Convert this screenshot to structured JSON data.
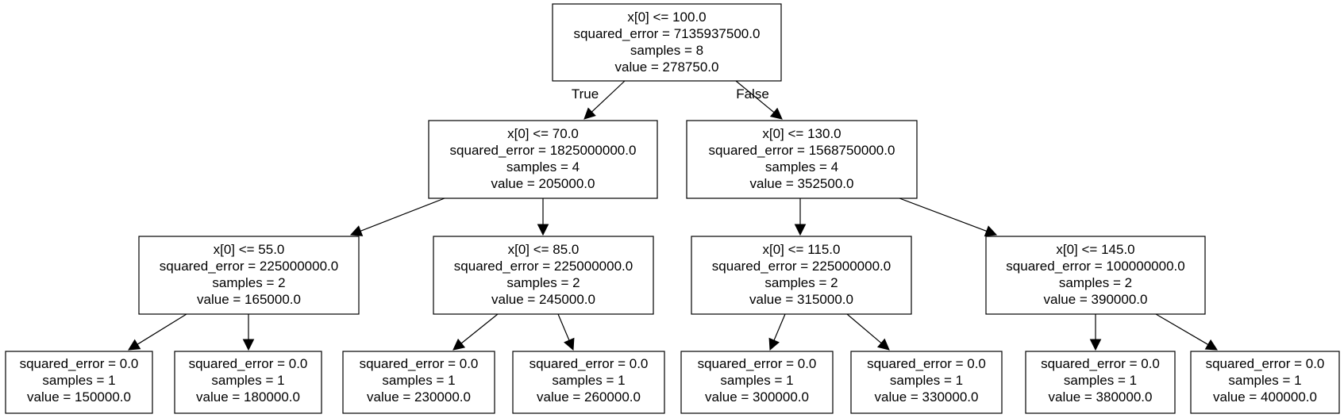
{
  "tree": {
    "nodes": [
      {
        "id": "n0",
        "lines": [
          "x[0] <= 100.0",
          "squared_error = 7135937500.0",
          "samples = 8",
          "value = 278750.0"
        ]
      },
      {
        "id": "n1",
        "lines": [
          "x[0] <= 70.0",
          "squared_error = 1825000000.0",
          "samples = 4",
          "value = 205000.0"
        ]
      },
      {
        "id": "n2",
        "lines": [
          "x[0] <= 130.0",
          "squared_error = 1568750000.0",
          "samples = 4",
          "value = 352500.0"
        ]
      },
      {
        "id": "n3",
        "lines": [
          "x[0] <= 55.0",
          "squared_error = 225000000.0",
          "samples = 2",
          "value = 165000.0"
        ]
      },
      {
        "id": "n4",
        "lines": [
          "x[0] <= 85.0",
          "squared_error = 225000000.0",
          "samples = 2",
          "value = 245000.0"
        ]
      },
      {
        "id": "n5",
        "lines": [
          "x[0] <= 115.0",
          "squared_error = 225000000.0",
          "samples = 2",
          "value = 315000.0"
        ]
      },
      {
        "id": "n6",
        "lines": [
          "x[0] <= 145.0",
          "squared_error = 100000000.0",
          "samples = 2",
          "value = 390000.0"
        ]
      },
      {
        "id": "n7",
        "lines": [
          "squared_error = 0.0",
          "samples = 1",
          "value = 150000.0"
        ]
      },
      {
        "id": "n8",
        "lines": [
          "squared_error = 0.0",
          "samples = 1",
          "value = 180000.0"
        ]
      },
      {
        "id": "n9",
        "lines": [
          "squared_error = 0.0",
          "samples = 1",
          "value = 230000.0"
        ]
      },
      {
        "id": "n10",
        "lines": [
          "squared_error = 0.0",
          "samples = 1",
          "value = 260000.0"
        ]
      },
      {
        "id": "n11",
        "lines": [
          "squared_error = 0.0",
          "samples = 1",
          "value = 300000.0"
        ]
      },
      {
        "id": "n12",
        "lines": [
          "squared_error = 0.0",
          "samples = 1",
          "value = 330000.0"
        ]
      },
      {
        "id": "n13",
        "lines": [
          "squared_error = 0.0",
          "samples = 1",
          "value = 380000.0"
        ]
      },
      {
        "id": "n14",
        "lines": [
          "squared_error = 0.0",
          "samples = 1",
          "value = 400000.0"
        ]
      }
    ],
    "edges": [
      {
        "from": "n0",
        "to": "n1",
        "label": "True"
      },
      {
        "from": "n0",
        "to": "n2",
        "label": "False"
      },
      {
        "from": "n1",
        "to": "n3",
        "label": ""
      },
      {
        "from": "n1",
        "to": "n4",
        "label": ""
      },
      {
        "from": "n2",
        "to": "n5",
        "label": ""
      },
      {
        "from": "n2",
        "to": "n6",
        "label": ""
      },
      {
        "from": "n3",
        "to": "n7",
        "label": ""
      },
      {
        "from": "n3",
        "to": "n8",
        "label": ""
      },
      {
        "from": "n4",
        "to": "n9",
        "label": ""
      },
      {
        "from": "n4",
        "to": "n10",
        "label": ""
      },
      {
        "from": "n5",
        "to": "n11",
        "label": ""
      },
      {
        "from": "n5",
        "to": "n12",
        "label": ""
      },
      {
        "from": "n6",
        "to": "n13",
        "label": ""
      },
      {
        "from": "n6",
        "to": "n14",
        "label": ""
      }
    ]
  }
}
